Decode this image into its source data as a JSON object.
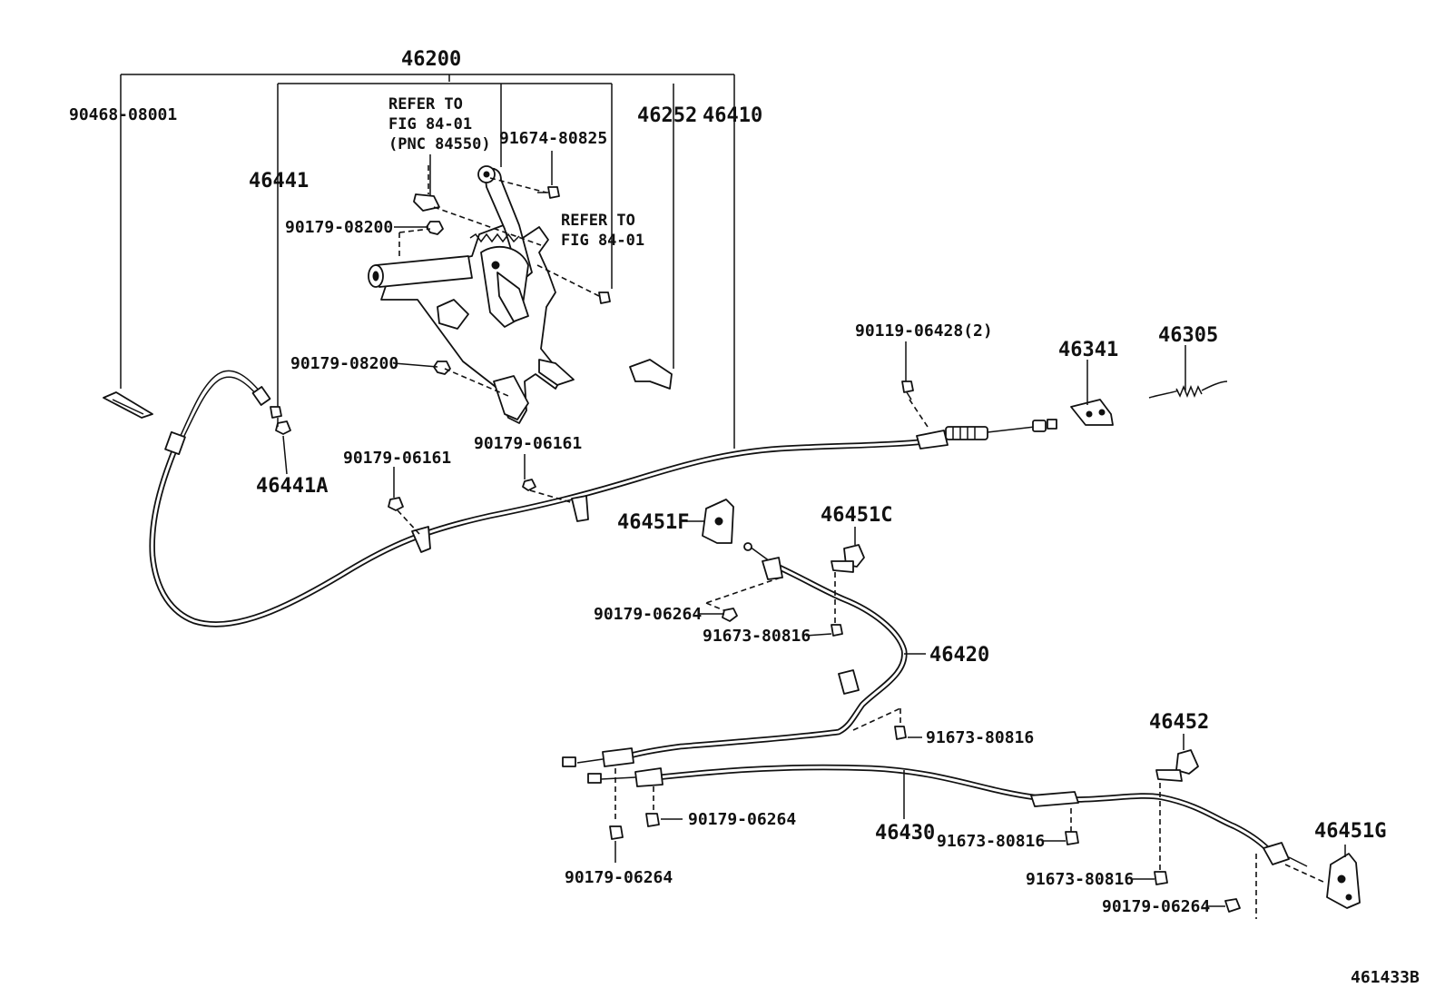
{
  "diagram": {
    "callouts": {
      "assy_46200": "46200",
      "p_90468_08001": "90468-08001",
      "p_46441": "46441",
      "p_46441A": "46441A",
      "refer_1_line1": "REFER TO",
      "refer_1_line2": "FIG 84-01",
      "refer_1_line3": "(PNC 84550)",
      "p_91674_80825": "91674-80825",
      "refer_2_line1": "REFER TO",
      "refer_2_line2": "FIG 84-01",
      "p_46252": "46252",
      "p_46410": "46410",
      "p_90179_08200_a": "90179-08200",
      "p_90179_08200_b": "90179-08200",
      "p_90119_06428": "90119-06428(2)",
      "p_46341": "46341",
      "p_46305": "46305",
      "p_90179_06161_a": "90179-06161",
      "p_90179_06161_b": "90179-06161",
      "p_46451F": "46451F",
      "p_46451C": "46451C",
      "p_90179_06264_a": "90179-06264",
      "p_91673_80816_a": "91673-80816",
      "p_46420": "46420",
      "p_91673_80816_b": "91673-80816",
      "p_46452": "46452",
      "p_90179_06264_b": "90179-06264",
      "p_46430": "46430",
      "p_91673_80816_c": "91673-80816",
      "p_46451G": "46451G",
      "p_90179_06264_c": "90179-06264",
      "p_91673_80816_d": "91673-80816",
      "p_90179_06264_d": "90179-06264"
    },
    "figure_id": "461433B"
  }
}
